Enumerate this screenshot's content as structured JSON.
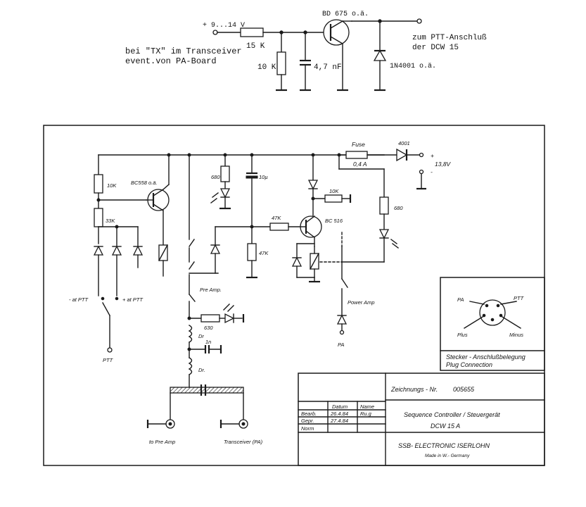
{
  "top_circuit": {
    "supply_label": "+ 9...14 V",
    "resistor_series": "15 K",
    "resistor_shunt": "10 K",
    "capacitor": "4,7 nF",
    "transistor": "BD 675 o.ä.",
    "diode": "1N4001 o.ä.",
    "note_line1": "bei \"TX\" im Transceiver",
    "note_line2": "event.von PA-Board",
    "target_line1": "zum PTT-Anschluß",
    "target_line2": "der DCW 15"
  },
  "main_circuit": {
    "fuse_label": "Fuse",
    "fuse_value": "0,4 A",
    "diode_4001": "4001",
    "supply": "13,8V",
    "plus": "+",
    "minus": "-",
    "r_10k_left": "10K",
    "r_33k": "33K",
    "transistor_bc558": "BC558 o.ä.",
    "r_680_led": "680",
    "cap_10u": "10µ",
    "r_47k_series": "47K",
    "r_47k_shunt": "47K",
    "transistor_bc516": "BC 516",
    "r_10k_right": "10K",
    "r_680_right": "680",
    "label_minus_ptt": "- at PTT",
    "label_plus_ptt": "+ at PTT",
    "label_ptt": "PTT",
    "label_pre_amp": "Pre Amp.",
    "label_power_amp": "Power Amp",
    "label_pa": "PA",
    "r_630": "630",
    "choke1": "Dr",
    "cap_1n": "1n",
    "choke2": "Dr.",
    "label_to_pre_amp": "to Pre Amp",
    "label_transceiver": "Transceiver (PA)"
  },
  "connector": {
    "pa": "PA",
    "ptt": "PTT",
    "plus": "Plus",
    "minus": "Minus",
    "caption_de": "Stecker - Anschlußbelegung",
    "caption_en": "Plug Connection"
  },
  "title_block": {
    "drawing_no_label": "Zeichnungs - Nr.",
    "drawing_no": "005655",
    "col_datum": "Datum",
    "col_name": "Name",
    "row_bearb": "Bearb.",
    "row_gepr": "Gepr.",
    "row_norm": "Norm",
    "bearb_date": "26.4.84",
    "gepr_date": "27.4.84",
    "bearb_name": "Ru.g",
    "title": "Sequence Controller  /  Steuergerät",
    "model": "DCW 15 A",
    "company": "SSB- ELECTRONIC  ISERLOHN",
    "made_in": "Made in W.- Germany"
  }
}
